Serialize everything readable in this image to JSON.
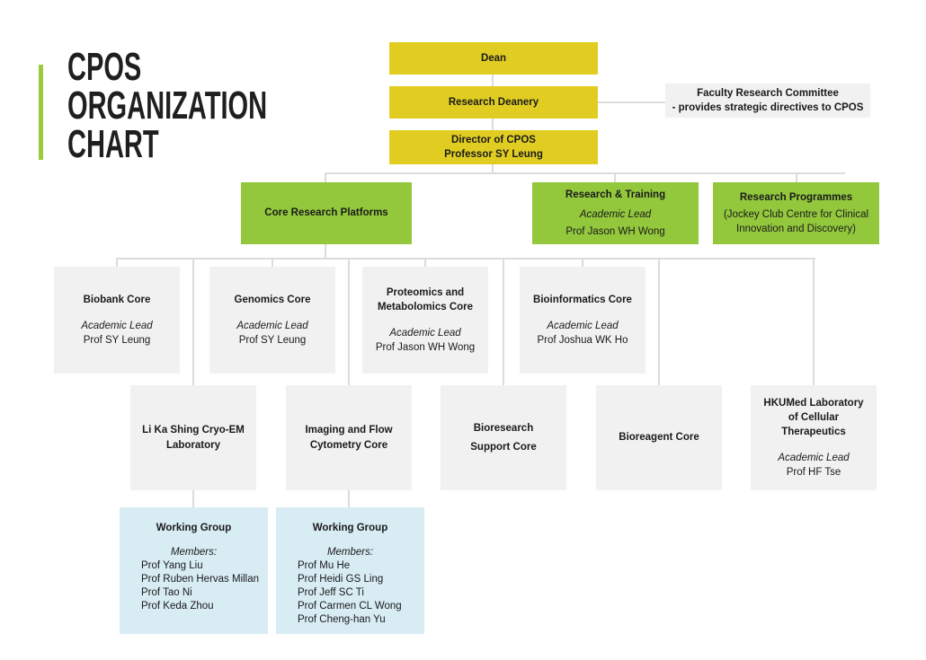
{
  "page_title": {
    "lines": [
      "CPOS",
      "ORGANIZATION",
      "CHART"
    ]
  },
  "top_chain": [
    {
      "label": "Dean"
    },
    {
      "label": "Research Deanery"
    },
    {
      "label": "Director of CPOS",
      "sublabel": "Professor SY Leung"
    }
  ],
  "committee": {
    "title": "Faculty Research Committee",
    "note": "- provides strategic directives to CPOS"
  },
  "level2": [
    {
      "title": "Core Research Platforms"
    },
    {
      "title": "Research & Training",
      "lead_label": "Academic Lead",
      "lead": "Prof Jason WH Wong"
    },
    {
      "title": "Research Programmes",
      "subtitle": "(Jockey Club Centre for Clinical Innovation and Discovery)"
    }
  ],
  "level3": [
    {
      "title": "Biobank Core",
      "lead_label": "Academic Lead",
      "lead": "Prof SY Leung"
    },
    {
      "title": "Genomics Core",
      "lead_label": "Academic Lead",
      "lead": "Prof SY Leung"
    },
    {
      "title": "Proteomics and Metabolomics Core",
      "lead_label": "Academic Lead",
      "lead": "Prof Jason WH Wong"
    },
    {
      "title": "Bioinformatics Core",
      "lead_label": "Academic Lead",
      "lead": "Prof Joshua WK Ho"
    }
  ],
  "level4": [
    {
      "title": "Li Ka Shing Cryo-EM Laboratory"
    },
    {
      "title": "Imaging and Flow Cytometry Core"
    },
    {
      "title": "Bioresearch Support Core"
    },
    {
      "title": "Bioreagent Core"
    },
    {
      "title": "HKUMed Laboratory of Cellular Therapeutics",
      "lead_label": "Academic Lead",
      "lead": "Prof HF Tse"
    }
  ],
  "working_groups": [
    {
      "title": "Working Group",
      "members_label": "Members:",
      "members": [
        "Prof Yang Liu",
        "Prof Ruben Hervas Millan",
        "Prof Tao Ni",
        "Prof Keda Zhou"
      ]
    },
    {
      "title": "Working Group",
      "members_label": "Members:",
      "members": [
        "Prof Mu He",
        "Prof Heidi GS Ling",
        "Prof Jeff SC Ti",
        "Prof Carmen CL Wong",
        "Prof Cheng-han Yu"
      ]
    }
  ],
  "colors": {
    "yellow_box": "#E1CD22",
    "green_box": "#93C83D",
    "gray_box": "#F1F1F1",
    "blue_box": "#D8ECF4",
    "accent_green": "#9BCB3C",
    "connector": "#DCDCDC",
    "text": "#1A1A1A"
  }
}
